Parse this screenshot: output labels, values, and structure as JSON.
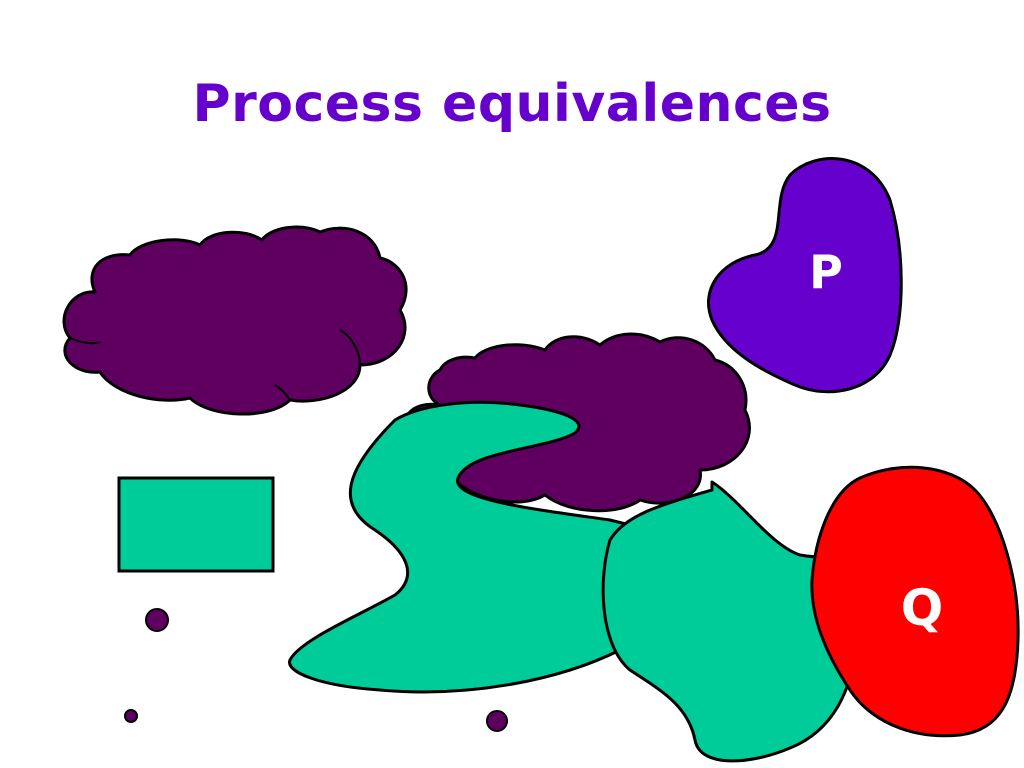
{
  "slide": {
    "title": "Process equivalences"
  },
  "shapes": {
    "p_label": "P",
    "q_label": "Q"
  },
  "colors": {
    "title": "#6600cc",
    "cloud": "#5f0060",
    "teal": "#00cc99",
    "p_blob": "#6600cc",
    "q_blob": "#ff0000",
    "outline": "#000000",
    "dot": "#5f0060"
  }
}
